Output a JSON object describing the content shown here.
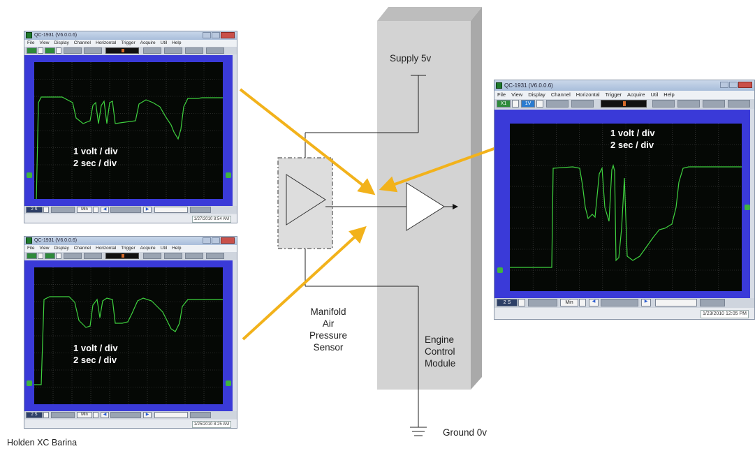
{
  "scopes": {
    "top_left": {
      "title": "QC-1931 (V6.0.0.6)",
      "menu": [
        "File",
        "View",
        "Display",
        "Channel",
        "Horizontal",
        "Trigger",
        "Acquire",
        "Util",
        "Help"
      ],
      "time_base": "2 S",
      "mode": "Min",
      "timestamp": "1/27/2010 8:54 AM",
      "volts_label": "1 volt / div",
      "time_label": "2 sec / div"
    },
    "bottom_left": {
      "title": "QC-1931 (V6.0.0.6)",
      "menu": [
        "File",
        "View",
        "Display",
        "Channel",
        "Horizontal",
        "Trigger",
        "Acquire",
        "Util",
        "Help"
      ],
      "time_base": "2 S",
      "mode": "Min",
      "timestamp": "1/25/2010 8:25 AM",
      "volts_label": "1 volt / div",
      "time_label": "2 sec / div"
    },
    "right": {
      "title": "QC-1931 (V6.0.0.6)",
      "menu": [
        "File",
        "View",
        "Display",
        "Channel",
        "Horizontal",
        "Trigger",
        "Acquire",
        "Util",
        "Help"
      ],
      "channel": "X1",
      "volts": "1V",
      "time_base": "2 S",
      "mode": "Min",
      "timestamp": "1/23/2010 12:05 PM",
      "volts_label": "1 volt / div",
      "time_label": "2 sec / div"
    }
  },
  "diagram": {
    "supply_label": "Supply 5v",
    "ground_label": "Ground 0v",
    "sensor_label": [
      "Manifold",
      "Air",
      "Pressure",
      "Sensor"
    ],
    "ecm_label": [
      "Engine",
      "Control",
      "Module"
    ]
  },
  "caption": "Holden XC Barina",
  "colors": {
    "arrow": "#f2b21b",
    "trace": "#3fd23f",
    "scope_border": "#3a3ad8",
    "module": "#d3d3d3"
  }
}
